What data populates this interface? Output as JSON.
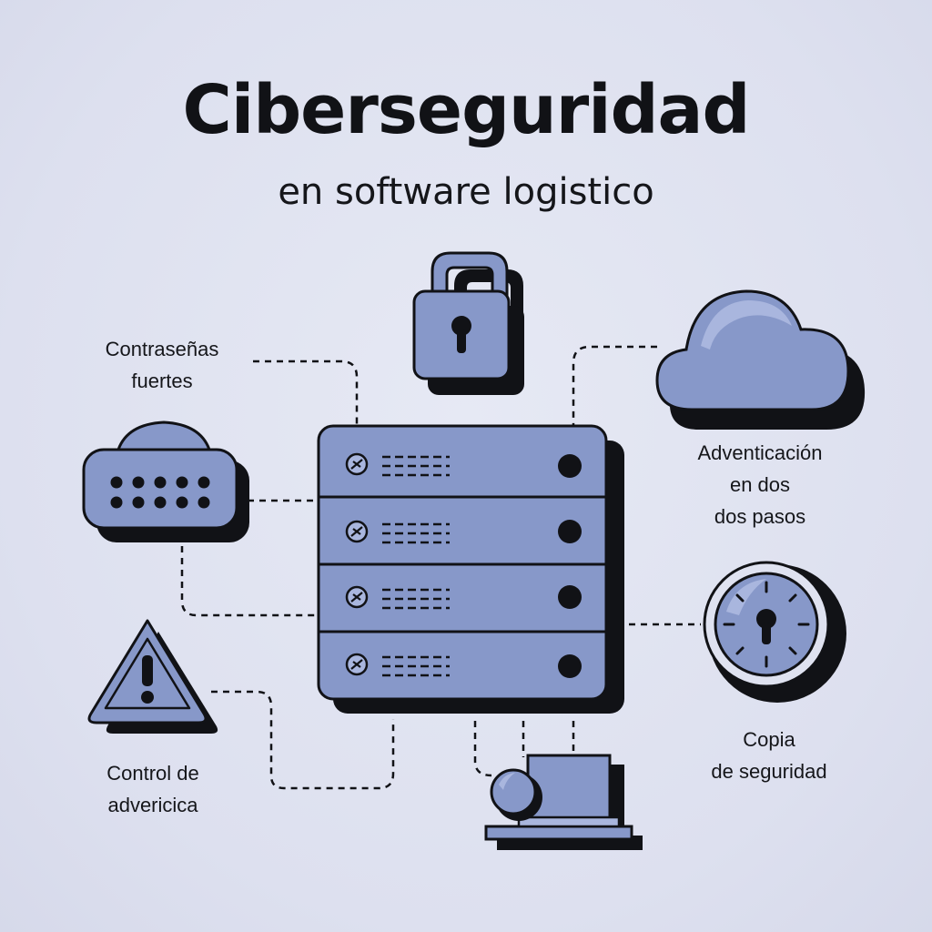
{
  "title": "Ciberseguridad",
  "subtitle": "en software logistico",
  "labels": {
    "passwords": [
      "Contraseñas",
      "fuertes"
    ],
    "two_factor": [
      "Adventicación",
      "en dos",
      "dos pasos"
    ],
    "backup": [
      "Copia",
      "de seguridad"
    ],
    "control": [
      "Control de",
      "advericica"
    ]
  },
  "colors": {
    "background": "#dfe2f0",
    "fill": "#8798c9",
    "fill_light": "#a9b6de",
    "outline": "#111216"
  },
  "icons": [
    "padlock-icon",
    "cloud-icon",
    "keypad-icon",
    "server-rack-icon",
    "safe-dial-icon",
    "warning-triangle-icon",
    "computer-user-icon"
  ]
}
